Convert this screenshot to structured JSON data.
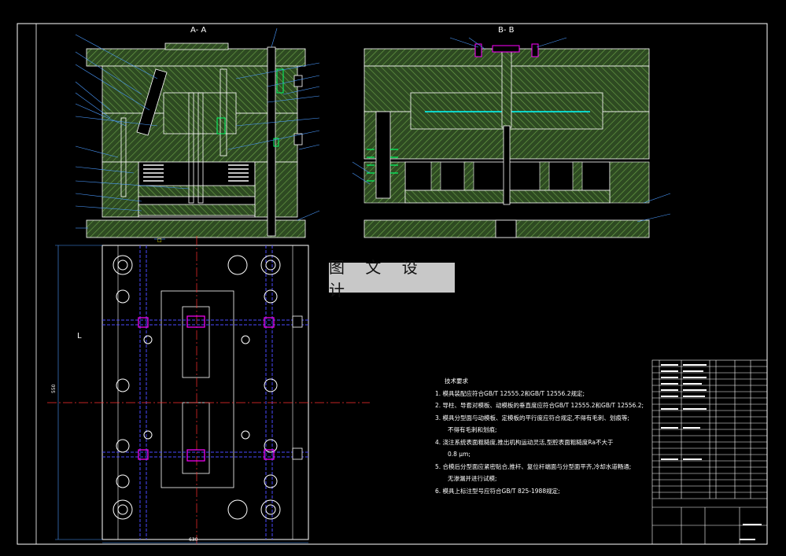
{
  "sections": {
    "section_aa": "A- A",
    "section_bb": "B- B"
  },
  "watermark": "图 文 设 计",
  "tech_requirements": {
    "title": "技术要求",
    "items": [
      "1. 模具装配应符合GB/T 12555.2和GB/T 12556.2规定;",
      "2. 导柱、导套对模板、动模板的垂直度应符合GB/T 12555.2和GB/T 12556.2;",
      "3. 模具分型面与动模板、定模板的平行度应符合规定,不得有毛刺、划痕等;",
      "4. 浇注系统表面粗糙度,推出机构运动灵活,型腔表面粗糙度Ra不大于",
      "5. 合模后分型面应紧密贴合,推杆、复位杆端面与分型面平齐,冷却水道畅通;",
      "6. 模具上标注型号应符合GB/T 825-1988规定;"
    ],
    "continuations": [
      "不得有毛刺和划痕;",
      "0.8 μm;",
      "无渗漏并进行试模;"
    ]
  },
  "dimension_labels": {
    "top": "□",
    "left": "L",
    "height": "550",
    "width": "630"
  },
  "colors": {
    "background": "#000000",
    "frame": "#ffffff",
    "hatch_fill": "#3a5a2a",
    "hatch_line": "#6ea84a",
    "outline": "#ffffff",
    "hidden_line": "#4a4aff",
    "center_line": "#ff3030",
    "spring": "#ffffff",
    "cyan": "#00ffff",
    "magenta": "#ff00ff",
    "leader": "#4a9aff"
  }
}
